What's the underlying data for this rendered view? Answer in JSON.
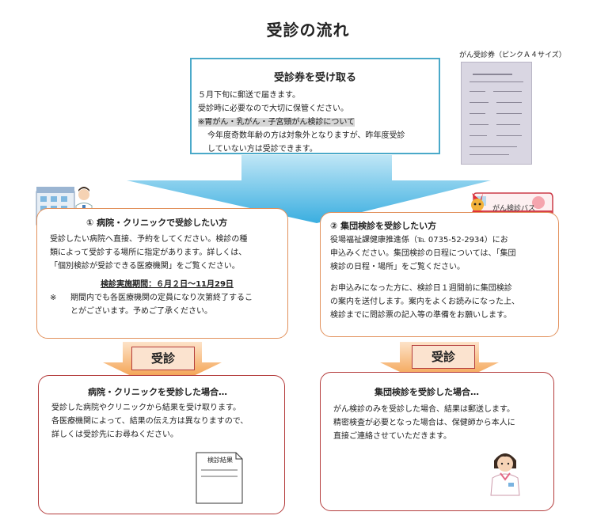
{
  "page": {
    "title": "受診の流れ"
  },
  "receive": {
    "heading": "受診券を受け取る",
    "line1": "５月下旬に郵送で届きます。",
    "line2": "受診時に必要なので大切に保管ください。",
    "line3": "※胃がん・乳がん・子宮頸がん検診について",
    "line4": "今年度奇数年齢の方は対象外となりますが、昨年度受診",
    "line5": "していない方は受診できます。"
  },
  "ticket_photo": {
    "caption": "がん受診券（ピンクＡ４サイズ）"
  },
  "clinic": {
    "heading": "①  病院・クリニックで受診したい方",
    "line1": "受診したい病院へ直接、予約をしてください。検診の種",
    "line2": "類によって受診する場所に指定があります。詳しくは、",
    "line3": "「個別検診が受診できる医療機関」をご覧ください。",
    "period": "検診実施期間：６月２日～11月29日",
    "note_mark": "※",
    "note1": "期間内でも各医療機関の定員になり次第終了するこ",
    "note2": "とがございます。予めご了承ください。"
  },
  "group": {
    "heading": "②  集団検診を受診したい方",
    "line1": "役場福祉課健康推進係（℡ 0735-52-2934）にお",
    "line2": "申込みください。集団検診の日程については、「集団",
    "line3": "検診の日程・場所」をご覧ください。",
    "line4": "お申込みになった方に、検診日１週間前に集団検診",
    "line5": "の案内を送付します。案内をよくお読みになった上、",
    "line6": "検診までに問診票の記入等の準備をお願いします。",
    "bus_label": "がん検診バス"
  },
  "badges": {
    "left": "受診",
    "right": "受診"
  },
  "clinic_result": {
    "heading": "病院・クリニックを受診した場合…",
    "line1": "受診した病院やクリニックから結果を受け取ります。",
    "line2": "各医療機関によって、結果の伝え方は異なりますので、",
    "line3": "詳しくは受診先にお尋ねください。",
    "doc_label": "検診結果"
  },
  "group_result": {
    "heading": "集団検診を受診した場合…",
    "line1": "がん検診のみを受診した場合、結果は郵送します。",
    "line2": "精密検査が必要となった場合は、保健師から本人に",
    "line3": "直接ご連絡させていただきます。"
  }
}
